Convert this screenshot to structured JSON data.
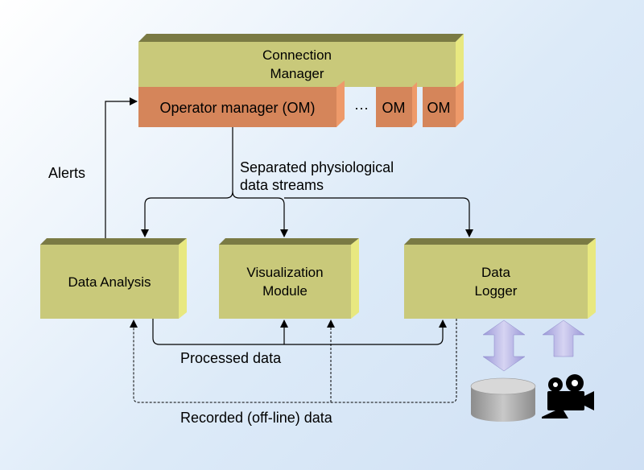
{
  "blocks": {
    "connection_manager": {
      "line1": "Connection",
      "line2": "Manager"
    },
    "operator_manager": "Operator manager (OM)",
    "ellipsis": "···",
    "om_small_1": "OM",
    "om_small_2": "OM",
    "data_analysis": "Data Analysis",
    "visualization": {
      "line1": "Visualization",
      "line2": "Module"
    },
    "data_logger": {
      "line1": "Data",
      "line2": "Logger"
    }
  },
  "labels": {
    "alerts": "Alerts",
    "streams_line1": "Separated physiological",
    "streams_line2": "data streams",
    "processed": "Processed data",
    "recorded": "Recorded (off-line) data"
  },
  "icons": {
    "storage": "database-cylinder-icon",
    "camera": "video-camera-icon"
  },
  "colors": {
    "module_fill": "#c9c97a",
    "module_side": "#e8e880",
    "om_fill": "#d5855a",
    "arrow_fill": "#a9a6dc"
  }
}
